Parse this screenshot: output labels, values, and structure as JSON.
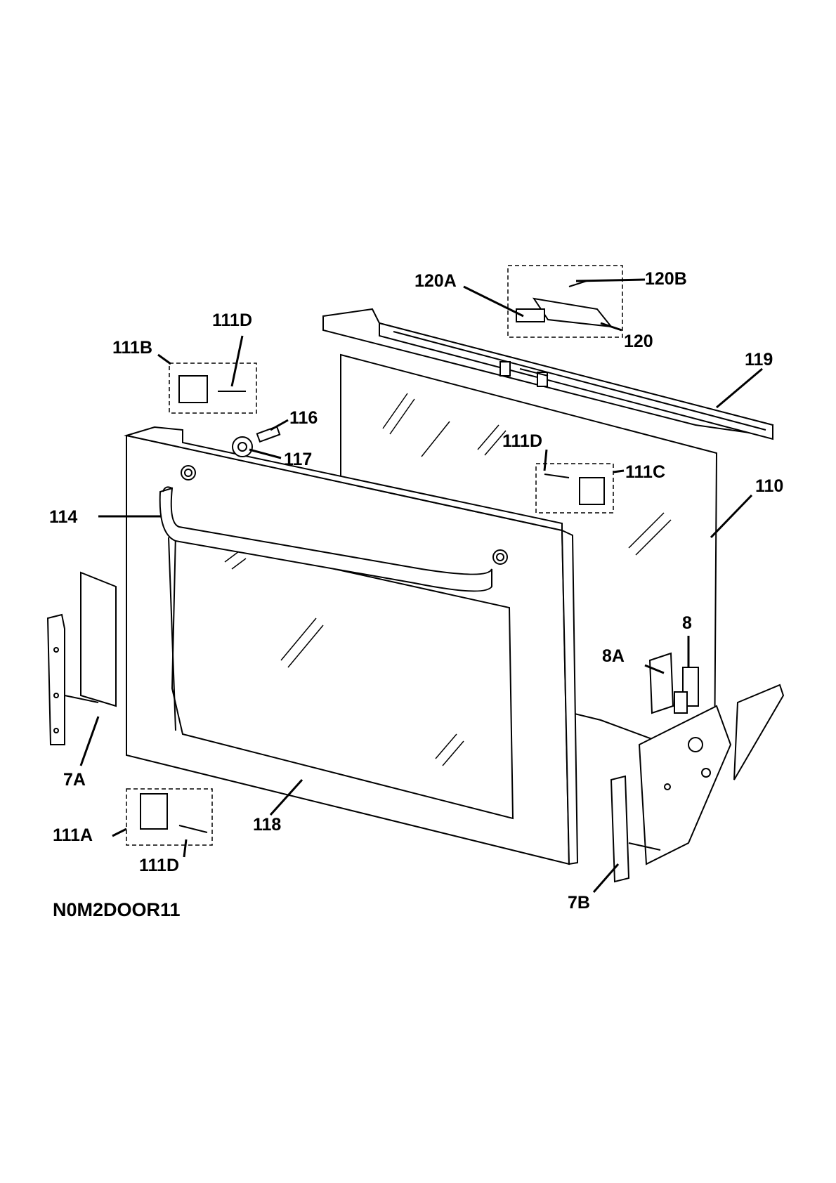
{
  "diagram": {
    "drawing_code": "N0M2DOOR11",
    "labels": {
      "p120A": "120A",
      "p120B": "120B",
      "p120": "120",
      "p119": "119",
      "p111D_top": "111D",
      "p111B": "111B",
      "p116": "116",
      "p117": "117",
      "p111D_mid": "111D",
      "p111C": "111C",
      "p110": "110",
      "p114": "114",
      "p8": "8",
      "p8A": "8A",
      "p7A": "7A",
      "p111A": "111A",
      "p111D_bot": "111D",
      "p118": "118",
      "p7B": "7B"
    }
  }
}
